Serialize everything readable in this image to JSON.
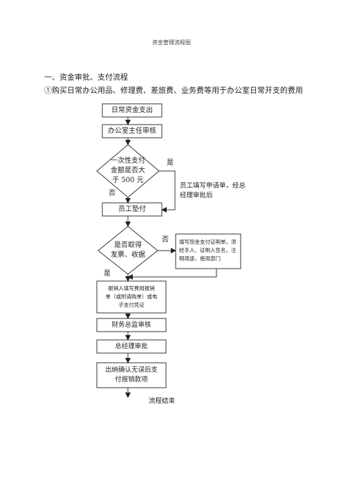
{
  "page_title": "资金管理流程图",
  "section_heading": "一、资金审批、支付流程",
  "subheading": "①购买日常办公用品、修理费、差旅费、业务费等用于办公室日常开支的费用",
  "flow": {
    "start": "日常资金支出",
    "office_review": "办公室主任审核",
    "decision1": [
      "一次性支付",
      "金额是否大",
      "于 500 元"
    ],
    "yes_label_1": "是",
    "no_label_1": "否",
    "apply_note": [
      "员工填写申请单，经总",
      "经理审批后"
    ],
    "employee_advance": "员工垫付",
    "decision2": [
      "是否取得",
      "发票、收据"
    ],
    "no_label_2": "否",
    "yes_label_2": "是",
    "cash_note": [
      "填写现金支付证明单，须",
      "经手人、证明人签名，注",
      "明用途，使用部门"
    ],
    "reimburse": [
      "报销人填写费用报销",
      "单（或附请购单）或电",
      "子支付凭证"
    ],
    "finance_review": "财务总监审核",
    "gm_approval": "总经理审批",
    "cashier_pay": [
      "出纳确认无误后支",
      "付报销款项"
    ],
    "end": "流程结束"
  }
}
